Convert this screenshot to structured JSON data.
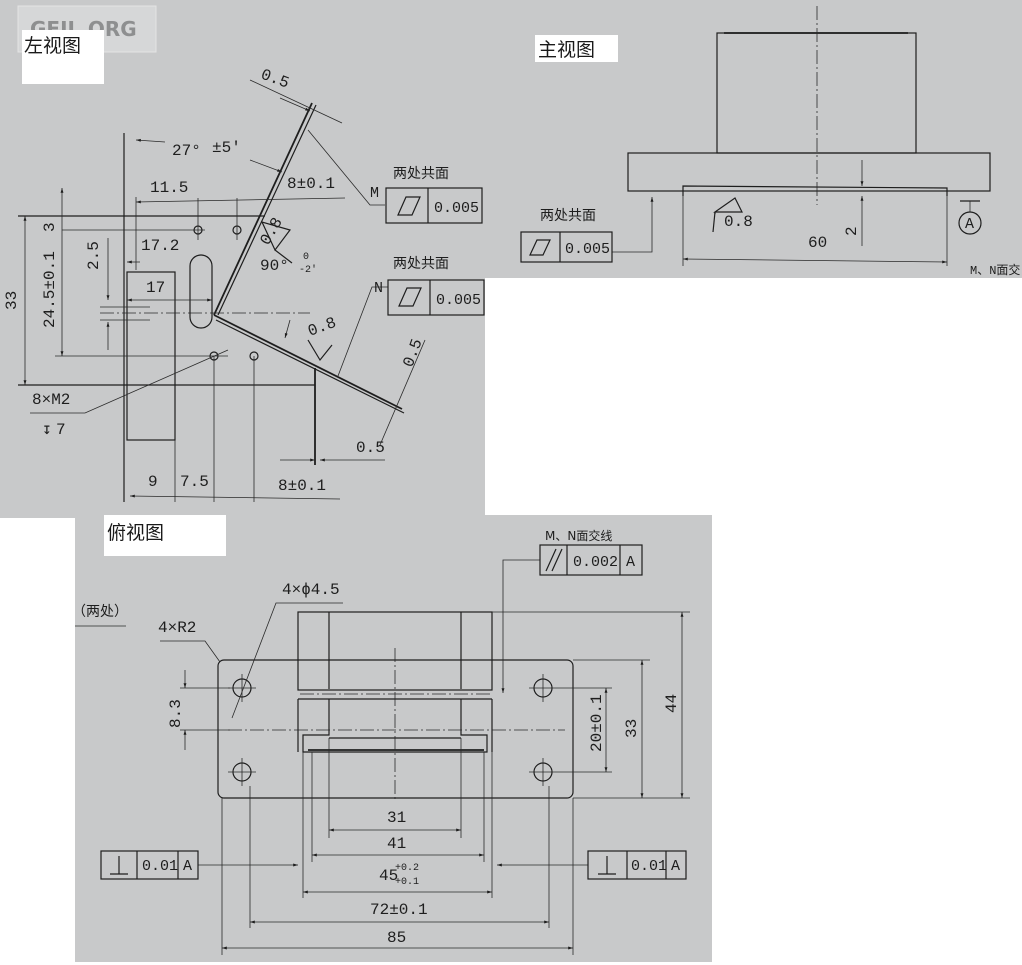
{
  "watermark": "GEIL.ORG",
  "left_view": {
    "title": "左视图",
    "dims": {
      "top_thickness": "0.5",
      "angle": "27°",
      "angle_tol": "±5′",
      "incline_width": "8±0.1",
      "d11_5": "11.5",
      "d17_2": "17.2",
      "d17": "17",
      "d2_5": "2.5",
      "d3": "3",
      "d24_5": "24.5±0.1",
      "d33": "33",
      "right_angle": "90°",
      "right_angle_upper": "0",
      "right_angle_lower": "-2′",
      "roughness_upper": "0.8",
      "roughness_lower": "0.8",
      "thread": "8×M2",
      "thread_depth": "7",
      "lower_thickness": "0.5",
      "lower_thickness_2": "0.5",
      "d9": "9",
      "d7_5": "7.5",
      "bottom_width": "8±0.1"
    },
    "fcf_m": {
      "surface": "M",
      "note": "两处共面",
      "symbol": "flatness",
      "value": "0.005"
    },
    "fcf_n": {
      "surface": "N",
      "note": "两处共面",
      "symbol": "flatness",
      "value": "0.005"
    }
  },
  "main_view": {
    "title": "主视图",
    "fcf": {
      "note": "两处共面",
      "symbol": "flatness",
      "value": "0.005"
    },
    "roughness": "0.8",
    "d60": "60",
    "d2": "2",
    "datum": "A",
    "cut_note": "M、N面交"
  },
  "top_view": {
    "title": "俯视图",
    "both_note": "（两处）",
    "corner_radius": "4×R2",
    "holes": "4×ϕ4.5",
    "d8_3": "8.3",
    "d20": "20±0.1",
    "d33": "33",
    "d44": "44",
    "d31": "31",
    "d41": "41",
    "d45": "45",
    "d45_upper": "+0.2",
    "d45_lower": "+0.1",
    "d72": "72±0.1",
    "d85": "85",
    "fcf_parallel": {
      "note": "M、N面交线",
      "symbol": "parallelism",
      "value": "0.002",
      "datum": "A"
    },
    "fcf_perp_left": {
      "symbol": "perpendicularity",
      "value": "0.01",
      "datum": "A"
    },
    "fcf_perp_right": {
      "symbol": "perpendicularity",
      "value": "0.01",
      "datum": "A"
    }
  }
}
